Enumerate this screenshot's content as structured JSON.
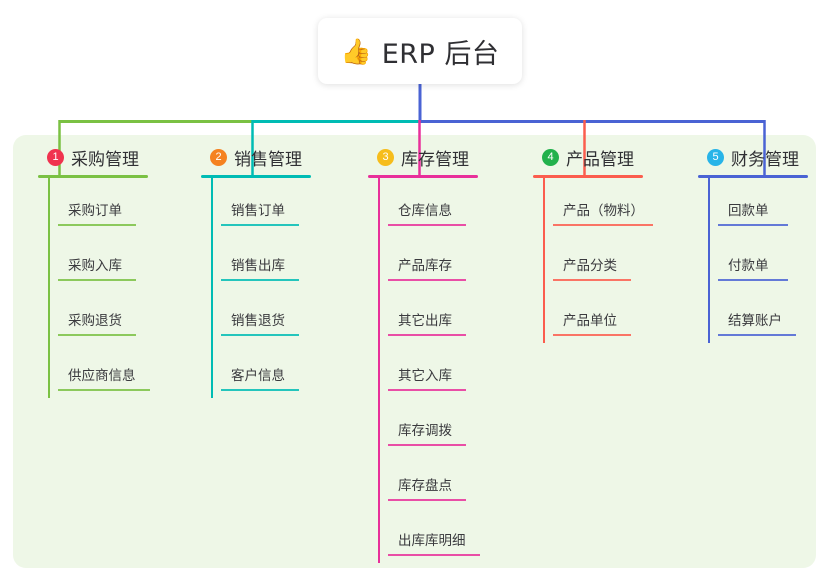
{
  "diagram": {
    "type": "mind-map",
    "root": {
      "icon": "thumbs-up-icon",
      "emoji": "👍",
      "title": "ERP 后台"
    },
    "panel_background": "#eef7e7",
    "branches": [
      {
        "index": "1",
        "title": "采购管理",
        "color": "#7ac143",
        "badge_color": "#f0334f",
        "items": [
          "采购订单",
          "采购入库",
          "采购退货",
          "供应商信息"
        ]
      },
      {
        "index": "2",
        "title": "销售管理",
        "color": "#00bcb4",
        "badge_color": "#f58220",
        "items": [
          "销售订单",
          "销售出库",
          "销售退货",
          "客户信息"
        ]
      },
      {
        "index": "3",
        "title": "库存管理",
        "color": "#e8309a",
        "badge_color": "#f6bd1c",
        "items": [
          "仓库信息",
          "产品库存",
          "其它出库",
          "其它入库",
          "库存调拨",
          "库存盘点",
          "出库库明细"
        ]
      },
      {
        "index": "4",
        "title": "产品管理",
        "color": "#fb5d4e",
        "badge_color": "#22b14c",
        "items": [
          "产品（物料）",
          "产品分类",
          "产品单位"
        ]
      },
      {
        "index": "5",
        "title": "财务管理",
        "color": "#4a63d4",
        "badge_color": "#28b4e8",
        "items": [
          "回款单",
          "付款单",
          "结算账户"
        ]
      }
    ],
    "connector_segments": [
      {
        "name": "bus-green",
        "color": "#7ac143"
      },
      {
        "name": "bus-teal",
        "color": "#00bcb4"
      },
      {
        "name": "bus-blue",
        "color": "#4a63d4"
      },
      {
        "name": "root-stem",
        "color": "#4a63d4"
      }
    ]
  }
}
